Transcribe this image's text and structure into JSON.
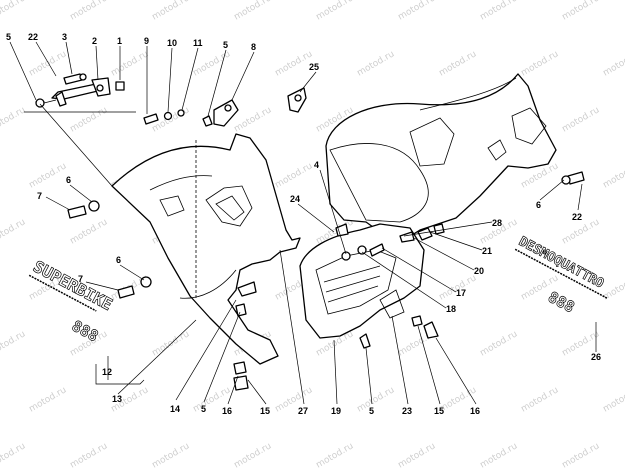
{
  "watermark": "motod.ru",
  "decals": {
    "left_brand": "SUPERBIKE",
    "left_model": "888",
    "right_brand": "DESMOQUATTRO",
    "right_model": "888"
  },
  "callouts": [
    {
      "id": "c5a",
      "label": "5"
    },
    {
      "id": "c22a",
      "label": "22"
    },
    {
      "id": "c3",
      "label": "3"
    },
    {
      "id": "c2",
      "label": "2"
    },
    {
      "id": "c1",
      "label": "1"
    },
    {
      "id": "c9",
      "label": "9"
    },
    {
      "id": "c10",
      "label": "10"
    },
    {
      "id": "c11",
      "label": "11"
    },
    {
      "id": "c5b",
      "label": "5"
    },
    {
      "id": "c8",
      "label": "8"
    },
    {
      "id": "c25",
      "label": "25"
    },
    {
      "id": "c6a",
      "label": "6"
    },
    {
      "id": "c7a",
      "label": "7"
    },
    {
      "id": "c6b",
      "label": "6"
    },
    {
      "id": "c7b",
      "label": "7"
    },
    {
      "id": "c4",
      "label": "4"
    },
    {
      "id": "c24",
      "label": "24"
    },
    {
      "id": "c28",
      "label": "28"
    },
    {
      "id": "c21",
      "label": "21"
    },
    {
      "id": "c20",
      "label": "20"
    },
    {
      "id": "c17",
      "label": "17"
    },
    {
      "id": "c18",
      "label": "18"
    },
    {
      "id": "c6c",
      "label": "6"
    },
    {
      "id": "c22b",
      "label": "22"
    },
    {
      "id": "c26",
      "label": "26"
    },
    {
      "id": "c12",
      "label": "12"
    },
    {
      "id": "c13",
      "label": "13"
    },
    {
      "id": "c14",
      "label": "14"
    },
    {
      "id": "c5c",
      "label": "5"
    },
    {
      "id": "c16a",
      "label": "16"
    },
    {
      "id": "c15a",
      "label": "15"
    },
    {
      "id": "c27",
      "label": "27"
    },
    {
      "id": "c19",
      "label": "19"
    },
    {
      "id": "c5d",
      "label": "5"
    },
    {
      "id": "c23",
      "label": "23"
    },
    {
      "id": "c15b",
      "label": "15"
    },
    {
      "id": "c16b",
      "label": "16"
    }
  ]
}
